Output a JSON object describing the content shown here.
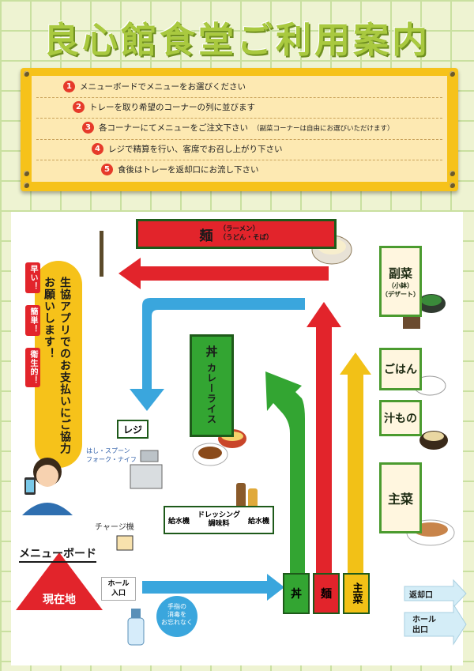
{
  "title": "良心館食堂ご利用案内",
  "steps": [
    {
      "num": "1",
      "text": "メニューボードでメニューをお選びください",
      "note": ""
    },
    {
      "num": "2",
      "text": "トレーを取り希望のコーナーの列に並びます",
      "note": ""
    },
    {
      "num": "3",
      "text": "各コーナーにてメニューをご注文下さい",
      "note": "（副菜コーナーは自由にお選びいただけます）"
    },
    {
      "num": "4",
      "text": "レジで精算を行い、客席でお召し上がり下さい",
      "note": ""
    },
    {
      "num": "5",
      "text": "食後はトレーを返却口にお流し下さい",
      "note": ""
    }
  ],
  "men": {
    "title": "麺",
    "sub1": "（ラーメン）",
    "sub2": "（うどん・そば）"
  },
  "fukusai": {
    "title": "副菜",
    "sub1": "（小鉢）",
    "sub2": "（デザート）"
  },
  "gohan": "ごはん",
  "shirumono": "汁もの",
  "shusai": "主菜",
  "don": {
    "title": "丼",
    "sub": "カレーライス"
  },
  "app_text": "生協アプリでのお支払いにご協力お願いします！",
  "badges": [
    "早い！",
    "簡単！",
    "衛生的！"
  ],
  "register": {
    "label": "レジ",
    "cutlery": "はし・スプーン\nフォーク・ナイフ"
  },
  "charge": "チャージ機",
  "water1": "給水機",
  "dressing": "ドレッシング\n調味料",
  "water2": "給水機",
  "menu_board": "メニューボード",
  "current": "現在地",
  "hall_entrance": "ホール\n入口",
  "sanitize": "手指の\n消毒を\nお忘れなく",
  "lanes": [
    "丼",
    "麺",
    "主菜"
  ],
  "return": "返却口",
  "hall_exit": "ホール\n出口",
  "colors": {
    "green": "#33a532",
    "red": "#e2242b",
    "yellow": "#f2c117",
    "blue": "#3aa6dd",
    "pill": "#f6c21a"
  }
}
